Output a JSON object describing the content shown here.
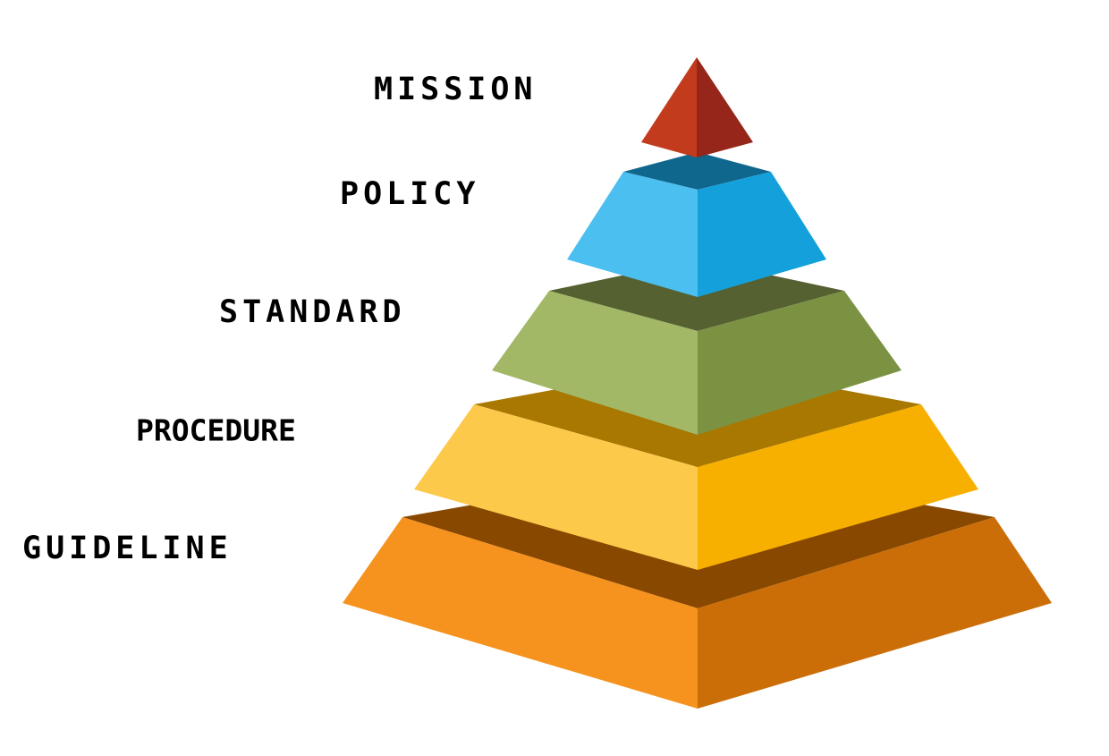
{
  "pyramid": {
    "tiers": [
      {
        "label": "MISSION",
        "colors": {
          "left": "#C23B1C",
          "right": "#96261A",
          "top": "#96261A"
        }
      },
      {
        "label": "POLICY",
        "colors": {
          "left": "#4BBFEF",
          "right": "#14A1DB",
          "top": "#10678E"
        }
      },
      {
        "label": "STANDARD",
        "colors": {
          "left": "#A2B867",
          "right": "#7C9243",
          "top": "#556130"
        }
      },
      {
        "label": "PROCEDURE",
        "colors": {
          "left": "#FDC94A",
          "right": "#F7B000",
          "top": "#A87800"
        }
      },
      {
        "label": "GUIDELINE",
        "colors": {
          "left": "#F6921E",
          "right": "#CB6E08",
          "top": "#894800"
        }
      }
    ]
  }
}
